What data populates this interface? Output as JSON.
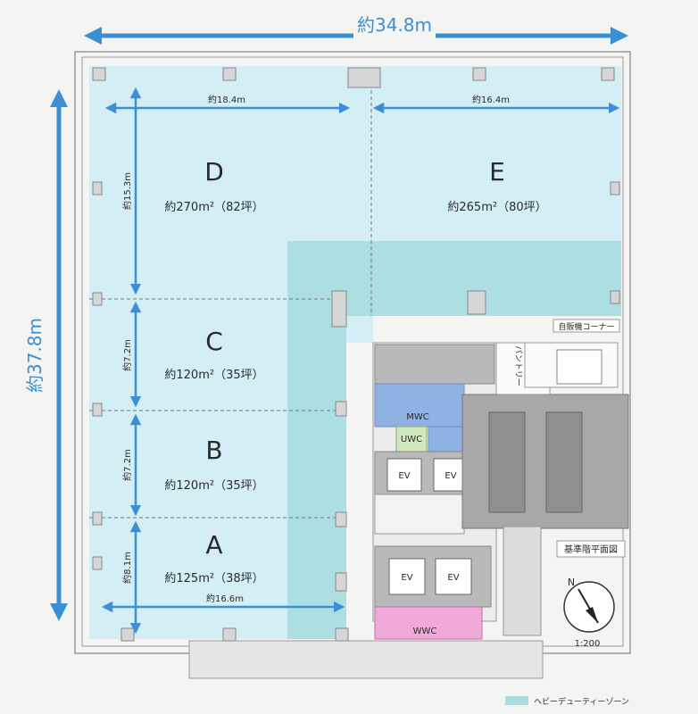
{
  "dimensions": {
    "overall_width": "約34.8m",
    "overall_height": "約37.8m",
    "d_width": "約18.4m",
    "e_width": "約16.4m",
    "a_width": "約16.6m",
    "d_depth": "約15.3m",
    "c_depth": "約7.2m",
    "b_depth": "約7.2m",
    "a_depth": "約8.1m"
  },
  "units": [
    {
      "id": "D",
      "letter": "D",
      "area": "約270m²（82坪）"
    },
    {
      "id": "E",
      "letter": "E",
      "area": "約265m²（80坪）"
    },
    {
      "id": "C",
      "letter": "C",
      "area": "約120m²（35坪）"
    },
    {
      "id": "B",
      "letter": "B",
      "area": "約120m²（35坪）"
    },
    {
      "id": "A",
      "letter": "A",
      "area": "約125m²（38坪）"
    }
  ],
  "core": {
    "vending": "自販機コーナー",
    "pantry": "パントリー",
    "mwc": "MWC",
    "uwc": "UWC",
    "wwc": "WWC",
    "ev": "EV"
  },
  "caption": "基準階平面図",
  "north": "N",
  "scale": "1:200",
  "legend": "ヘビーデューティーゾーン",
  "colors": {
    "office": "#d3eef4",
    "heavy_duty": "#a9dde0",
    "core": "#b9b9b9",
    "mwc": "#8fb2e3",
    "uwc": "#cfe9bd",
    "wwc": "#f1a9da",
    "dimension": "#3d8fd3"
  }
}
